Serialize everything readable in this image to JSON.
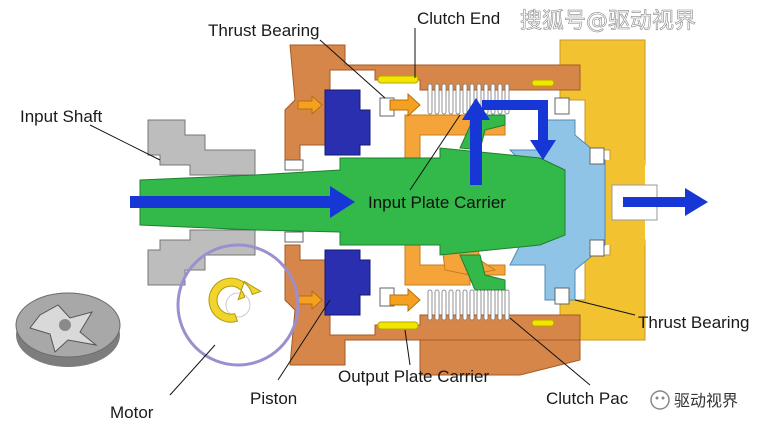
{
  "labels": {
    "thrust_bearing_top": "Thrust Bearing",
    "clutch_end": "Clutch End",
    "input_shaft": "Input Shaft",
    "input_plate_carrier": "Input Plate Carrier",
    "thrust_bearing_right": "Thrust Bearing",
    "output_plate_carrier": "Output Plate Carrier",
    "piston": "Piston",
    "motor": "Motor",
    "clutch_pack": "Clutch Pac"
  },
  "watermark": {
    "top": "搜狐号@驱动视界",
    "bottom": "驱动视界"
  },
  "colors": {
    "copper": "#d7864a",
    "green": "#33b84a",
    "yellow": "#f2c230",
    "light_blue": "#8fc4e6",
    "dark_blue": "#2a2fb0",
    "orange": "#f5a43a",
    "grey": "#b5b5b5",
    "arrow_blue": "#1636d6"
  }
}
